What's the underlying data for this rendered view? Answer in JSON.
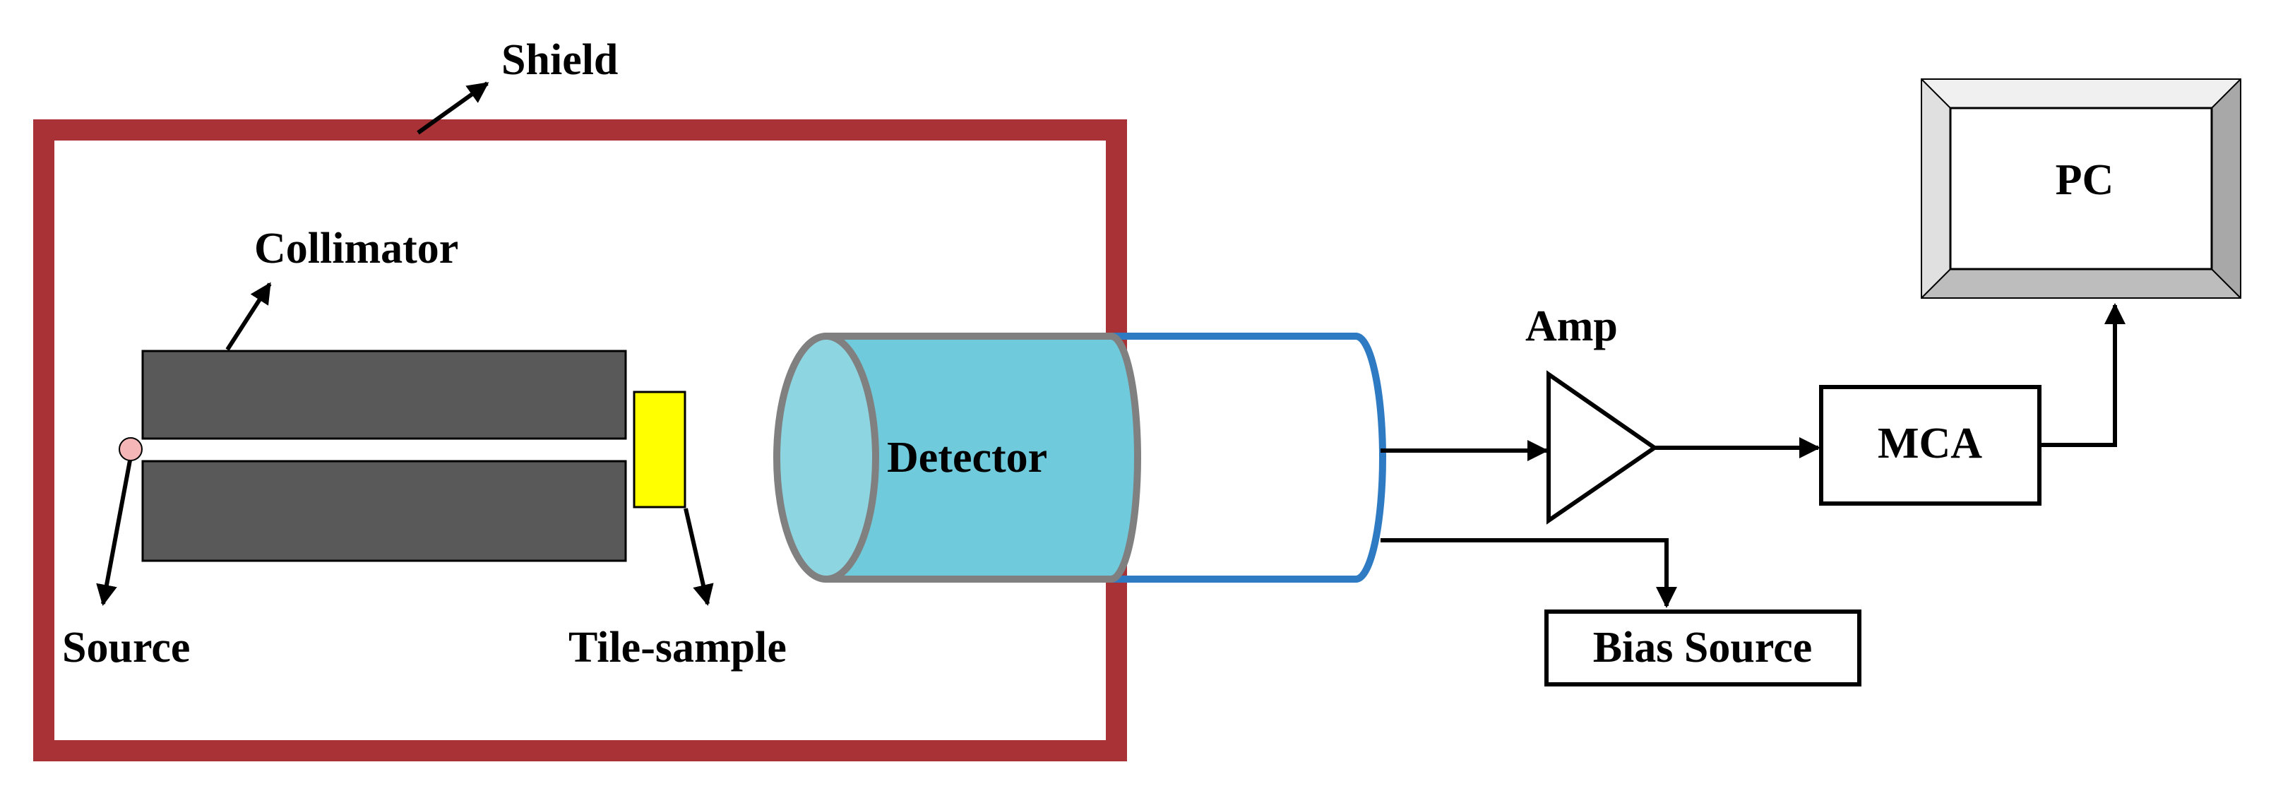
{
  "labels": {
    "shield": "Shield",
    "collimator": "Collimator",
    "source": "Source",
    "tile_sample": "Tile-sample",
    "detector": "Detector",
    "amp": "Amp",
    "mca": "MCA",
    "pc": "PC",
    "bias_source": "Bias Source"
  },
  "colors": {
    "shield": "#a83236",
    "collimator": "#595959",
    "source": "#f4b6b6",
    "tile_sample": "#ffff00",
    "detector_body": "#6fcadb",
    "detector_face": "#8ed5e2",
    "detector_rim": "#808080",
    "housing_outline": "#2e7bc4",
    "pc_bevel_top": "#f0f0f0",
    "pc_bevel_side": "#a8a8a8"
  }
}
